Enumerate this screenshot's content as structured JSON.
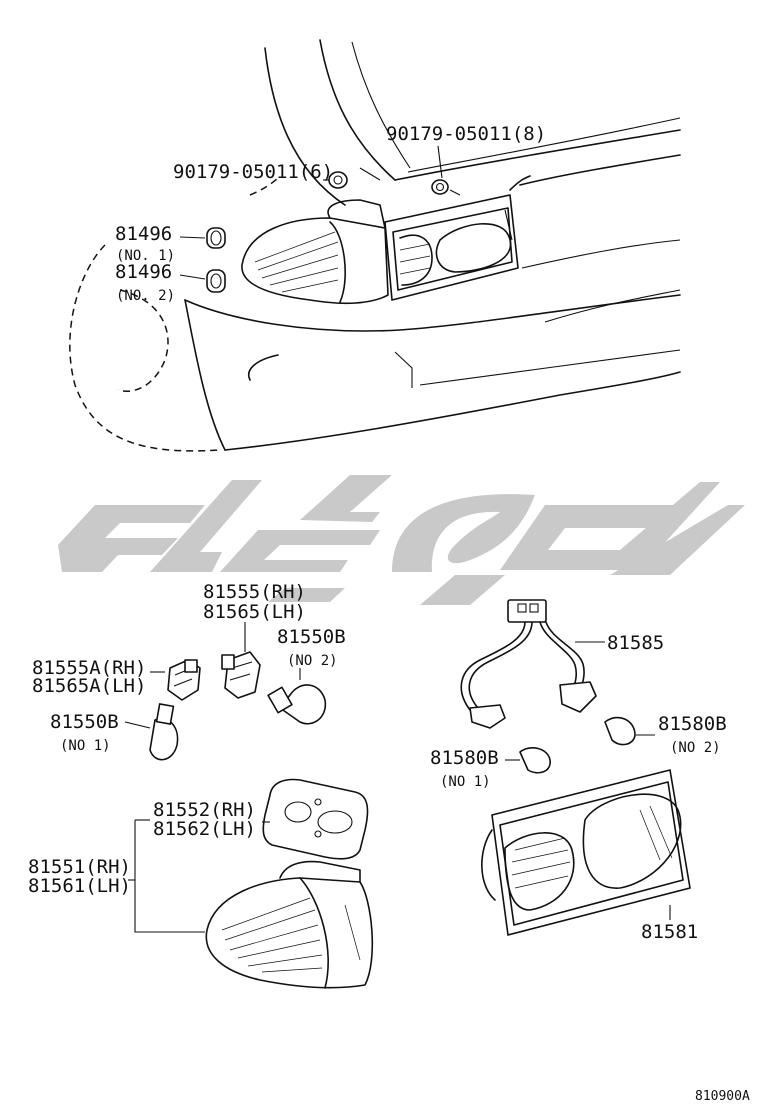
{
  "labels": {
    "clip_right": "90179-05011(8)",
    "clip_left": "90179-05011(6)",
    "plug1": "81496",
    "plug1_note": "(NO. 1)",
    "plug2": "81496",
    "plug2_note": "(NO. 2)",
    "socket_rh": "81555(RH)",
    "socket_lh": "81565(LH)",
    "bulb_no2_left": "81550B",
    "bulb_no2_left_note": "(NO 2)",
    "socketA_rh": "81555A(RH)",
    "socketA_lh": "81565A(LH)",
    "bulb_no1_left": "81550B",
    "bulb_no1_left_note": "(NO 1)",
    "harness": "81585",
    "bulb_no2_right": "81580B",
    "bulb_no2_right_note": "(NO 2)",
    "bulb_no1_right": "81580B",
    "bulb_no1_right_note": "(NO 1)",
    "gasket_rh": "81552(RH)",
    "gasket_lh": "81562(LH)",
    "lamp_rh": "81551(RH)",
    "lamp_lh": "81561(LH)",
    "rear_lamp": "81581",
    "diagram_id": "810900A"
  }
}
